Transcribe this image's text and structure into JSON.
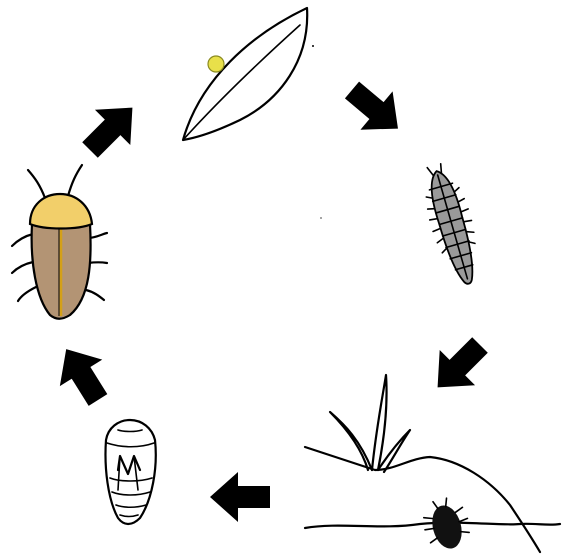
{
  "diagram": {
    "stages": [
      {
        "id": "egg",
        "icon": "egg-on-leaf-icon"
      },
      {
        "id": "larva",
        "icon": "larva-icon"
      },
      {
        "id": "larva-in-soil",
        "icon": "larva-in-soil-icon"
      },
      {
        "id": "pupa",
        "icon": "pupa-icon"
      },
      {
        "id": "adult",
        "icon": "adult-firefly-icon"
      }
    ],
    "arrows": 5,
    "colors": {
      "egg": "#e8e04a",
      "larva": "#9a9a9a",
      "beetle_head": "#f2cf6a",
      "beetle_wings": "#b39474",
      "beetle_seam": "#d4a017",
      "ink": "#000000"
    }
  }
}
